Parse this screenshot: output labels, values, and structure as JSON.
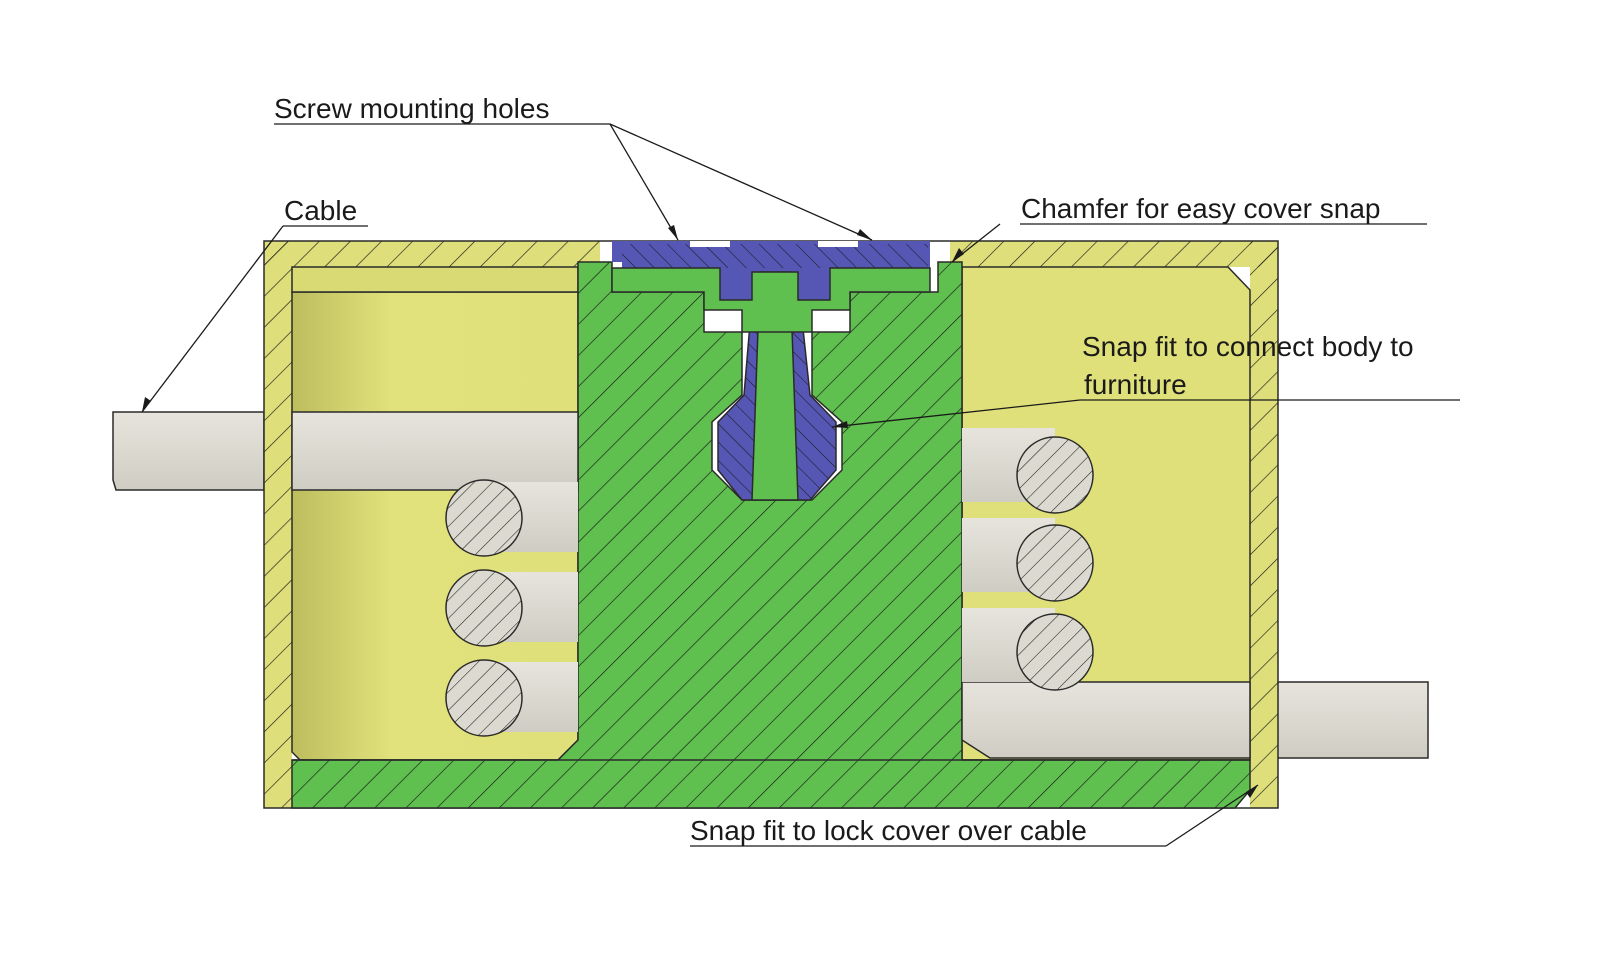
{
  "labels": {
    "screw_holes": "Screw mounting holes",
    "cable": "Cable",
    "chamfer": "Chamfer for easy cover snap",
    "snap_body_line1": "Snap fit to connect body to",
    "snap_body_line2": "furniture",
    "snap_cover": "Snap fit  to lock cover over cable"
  },
  "colors": {
    "cover": "#dedf7a",
    "cover_inner": "#e2e27c",
    "body": "#5fbf4f",
    "screw": "#5656b4",
    "cable": "#dcdad0"
  }
}
